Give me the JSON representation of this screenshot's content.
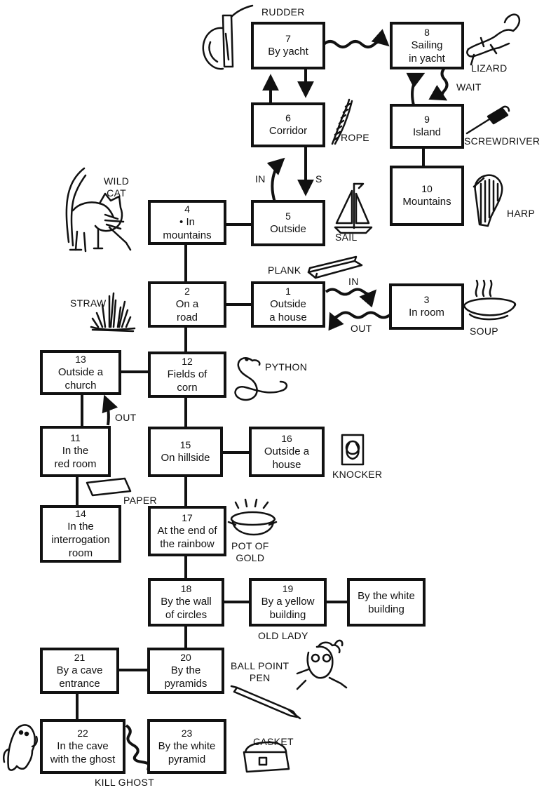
{
  "rooms": [
    {
      "num": "7",
      "name": "By yacht"
    },
    {
      "num": "8",
      "name": "Sailing\nin yacht"
    },
    {
      "num": "6",
      "name": "Corridor"
    },
    {
      "num": "9",
      "name": "Island"
    },
    {
      "num": "10",
      "name": "Mountains"
    },
    {
      "num": "4",
      "name": "• In\nmountains"
    },
    {
      "num": "5",
      "name": "Outside"
    },
    {
      "num": "2",
      "name": "On a\nroad"
    },
    {
      "num": "1",
      "name": "Outside\na house"
    },
    {
      "num": "3",
      "name": "In room"
    },
    {
      "num": "13",
      "name": "Outside a\nchurch"
    },
    {
      "num": "12",
      "name": "Fields of\ncorn"
    },
    {
      "num": "11",
      "name": "In the\nred room"
    },
    {
      "num": "15",
      "name": "On hillside"
    },
    {
      "num": "16",
      "name": "Outside a\nhouse"
    },
    {
      "num": "14",
      "name": "In the\ninterrogation\nroom"
    },
    {
      "num": "17",
      "name": "At the end of\nthe rainbow"
    },
    {
      "num": "18",
      "name": "By the wall\nof circles"
    },
    {
      "num": "19",
      "name": "By a yellow\nbuilding"
    },
    {
      "num": "",
      "name": "By the white\nbuilding"
    },
    {
      "num": "21",
      "name": "By a cave\nentrance"
    },
    {
      "num": "20",
      "name": "By the\npyramids"
    },
    {
      "num": "22",
      "name": "In the cave\nwith the ghost"
    },
    {
      "num": "23",
      "name": "By the white\npyramid"
    }
  ],
  "items": {
    "rudder": "RUDDER",
    "lizard": "LIZARD",
    "rope": "ROPE",
    "screwdriver": "SCREWDRIVER",
    "wild_cat": "WILD\nCAT",
    "sail": "SAIL",
    "harp": "HARP",
    "plank": "PLANK",
    "soup": "SOUP",
    "straw": "STRAW",
    "python": "PYTHON",
    "knocker": "KNOCKER",
    "paper": "PAPER",
    "pot_of_gold": "POT OF\nGOLD",
    "old_lady": "OLD LADY",
    "ball_point_pen": "BALL POINT\nPEN",
    "casket": "CASKET",
    "kill_ghost": "KILL GHOST"
  },
  "directions": {
    "wait": "WAIT",
    "in_corridor": "IN",
    "s": "S",
    "in_house": "IN",
    "out_house": "OUT",
    "out_red": "OUT"
  }
}
